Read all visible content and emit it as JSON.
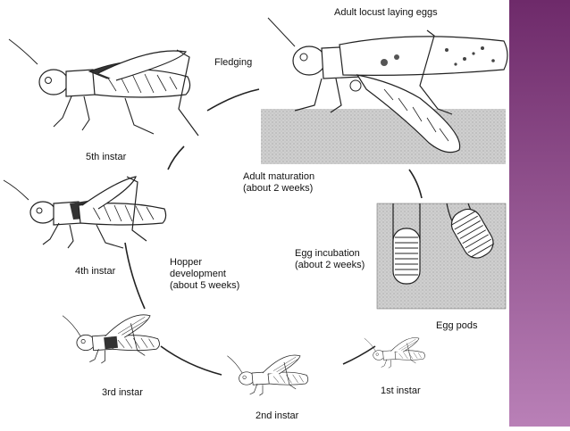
{
  "colors": {
    "band_top": "#6e2a6a",
    "band_bottom": "#b980b7",
    "ground": "#c8c8c8",
    "stroke": "#222222"
  },
  "labels": {
    "adult_laying": "Adult locust laying eggs",
    "fledging": "Fledging",
    "instar5": "5th instar",
    "adult_maturation_1": "Adult maturation",
    "adult_maturation_2": "(about 2 weeks)",
    "instar4": "4th instar",
    "hopper_1": "Hopper",
    "hopper_2": "development",
    "hopper_3": "(about 5 weeks)",
    "egg_incubation_1": "Egg incubation",
    "egg_incubation_2": "(about 2 weeks)",
    "egg_pods": "Egg pods",
    "instar3": "3rd instar",
    "instar2": "2nd instar",
    "instar1": "1st instar"
  }
}
